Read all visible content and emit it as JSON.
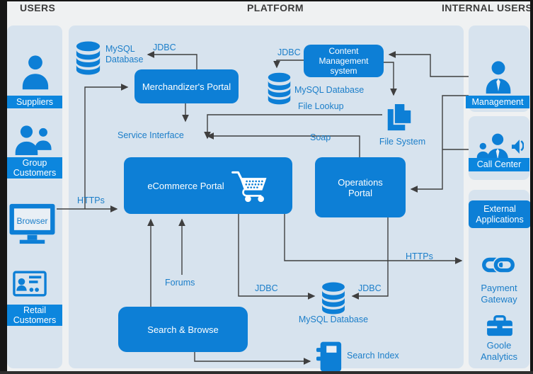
{
  "header": {
    "users": "USERS",
    "platform": "PLATFORM",
    "internal_users": "INTERNAL USERS"
  },
  "users_column": {
    "suppliers": "Suppliers",
    "group_customers": "Group\nCustomers",
    "browser": "Browser",
    "retail_customers": "Retail\nCustomers"
  },
  "platform": {
    "mysql_top": "MySQL\nDatabase",
    "jdbc_top": "JDBC",
    "merchandizers_portal": "Merchandizer's Portal",
    "content_management": "Content\nManagement\nsystem",
    "jdbc_cms": "JDBC",
    "mysql_mid": "MySQL Database",
    "file_lookup": "File Lookup",
    "service_interface": "Service Interface",
    "soap": "Soap",
    "file_system": "File System",
    "ecommerce_portal": "eCommerce Portal",
    "operations_portal": "Operations\nPortal",
    "https_left": "HTTPs",
    "https_right": "HTTPs",
    "forums": "Forums",
    "jdbc_bottom_left": "JDBC",
    "jdbc_bottom_right": "JDBC",
    "mysql_bottom": "MySQL Database",
    "search_browse": "Search & Browse",
    "search_index": "Search Index"
  },
  "internal_column": {
    "management": "Management",
    "call_center": "Call Center",
    "external_applications": "External\nApplications",
    "payment_gateway": "Payment\nGateway",
    "goole_analytics": "Goole\nAnalytics"
  },
  "colors": {
    "panel_blue": "#d7e3ee",
    "box_blue": "#0d7fd6",
    "bar_blue": "#0c86de",
    "label_text_blue": "#1b7ec9",
    "connector_gray": "#3f3f3f"
  }
}
